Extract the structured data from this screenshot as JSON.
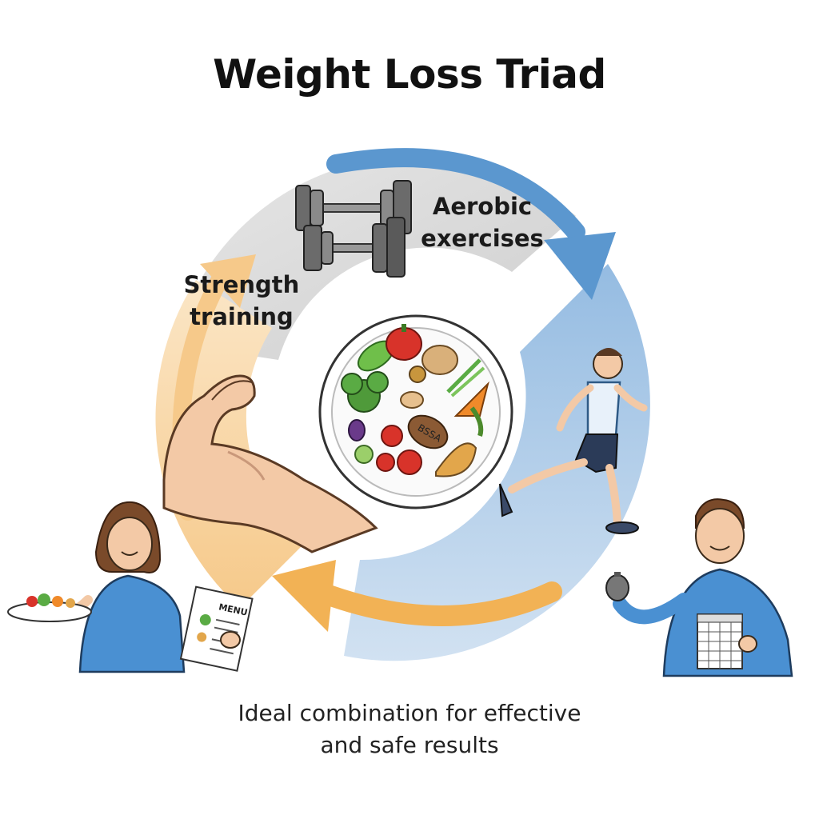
{
  "title": "Weight Loss Triad",
  "labels": {
    "aerobic": [
      "Aerobic",
      "exercises"
    ],
    "strength": [
      "Strength",
      "training"
    ]
  },
  "caption": [
    "Ideal combination for effective",
    "and safe results"
  ],
  "menu_card_text": "MENU",
  "food_label": "BSSA",
  "colors": {
    "arc_gray": "#d9d9d9",
    "arc_blue": "#a9c8e6",
    "arrow_blue": "#5b97cf",
    "arc_orange": "#f6d5a3",
    "arrow_orange": "#f2b255",
    "shirt_blue": "#4a90d2",
    "skin": "#f3c9a6"
  },
  "icons": [
    "dumbbells-icon",
    "flexed-arm-icon",
    "runner-icon",
    "food-plate-icon",
    "woman-with-menu-icon",
    "coach-with-stopwatch-icon"
  ]
}
